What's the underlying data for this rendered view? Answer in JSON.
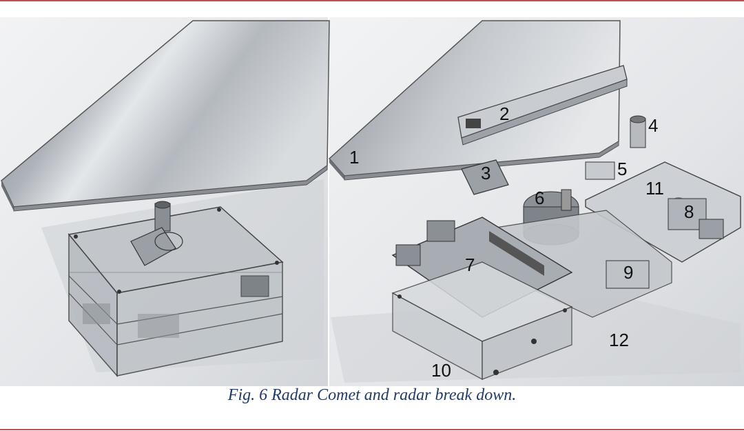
{
  "caption": "Fig. 6 Radar Comet and radar break down.",
  "part_labels": {
    "p1": "1",
    "p2": "2",
    "p3": "3",
    "p4": "4",
    "p5": "5",
    "p6": "6",
    "p7": "7",
    "p8": "8",
    "p9": "9",
    "p10": "10",
    "p11": "11",
    "p12": "12"
  },
  "colors": {
    "frame": "#c0504d",
    "caption": "#1f3a6e",
    "panel_bg": "#e8eaec",
    "metal": "#9ea3aa"
  }
}
